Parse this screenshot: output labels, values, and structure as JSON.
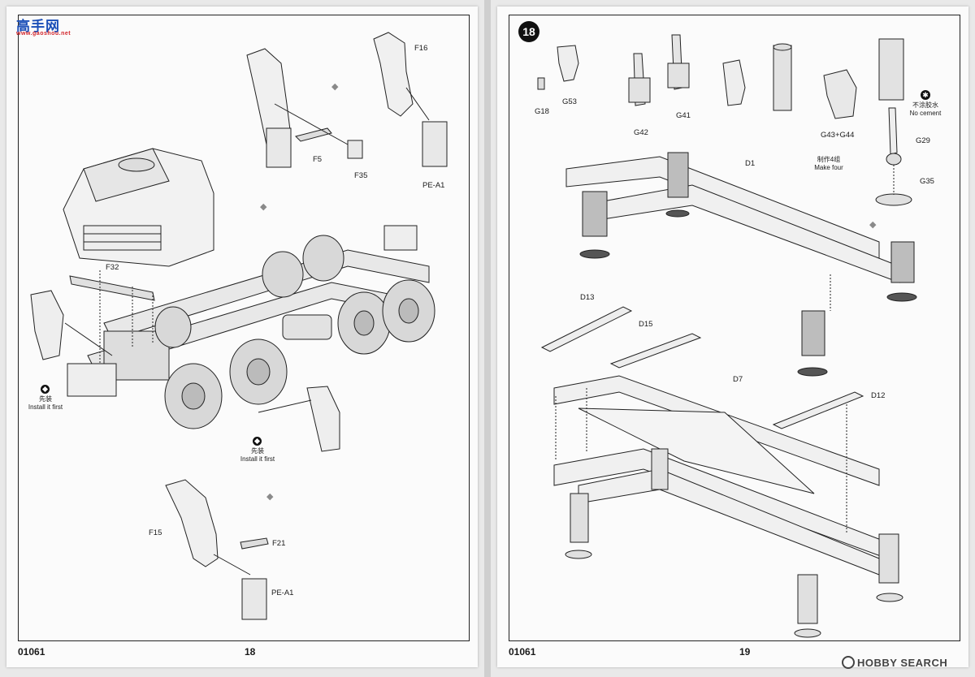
{
  "watermark": {
    "name": "高手网",
    "url": "www.gaoshou.net"
  },
  "left_page": {
    "footer_code": "01061",
    "page_number": "18",
    "part_labels": {
      "f16": "F16",
      "f5": "F5",
      "f35": "F35",
      "pe_a1_top": "PE-A1",
      "f32": "F32",
      "f15": "F15",
      "f21": "F21",
      "pe_a1_bottom": "PE-A1"
    },
    "install_first_1": {
      "cn": "先装",
      "en": "Install it first"
    },
    "install_first_2": {
      "cn": "先装",
      "en": "Install it first"
    }
  },
  "right_page": {
    "step_number": "18",
    "footer_code": "01061",
    "page_number": "19",
    "part_labels": {
      "g18": "G18",
      "g53": "G53",
      "g42": "G42",
      "g41": "G41",
      "g43_g44": "G43+G44",
      "g29": "G29",
      "g35": "G35",
      "d1": "D1",
      "d13": "D13",
      "d15": "D15",
      "d7": "D7",
      "d12": "D12"
    },
    "no_cement": {
      "cn": "不涂胶水",
      "en": "No cement"
    },
    "make_four": {
      "cn": "制作4组",
      "en": "Make four"
    }
  },
  "publisher_watermark": "HOBBY SEARCH"
}
